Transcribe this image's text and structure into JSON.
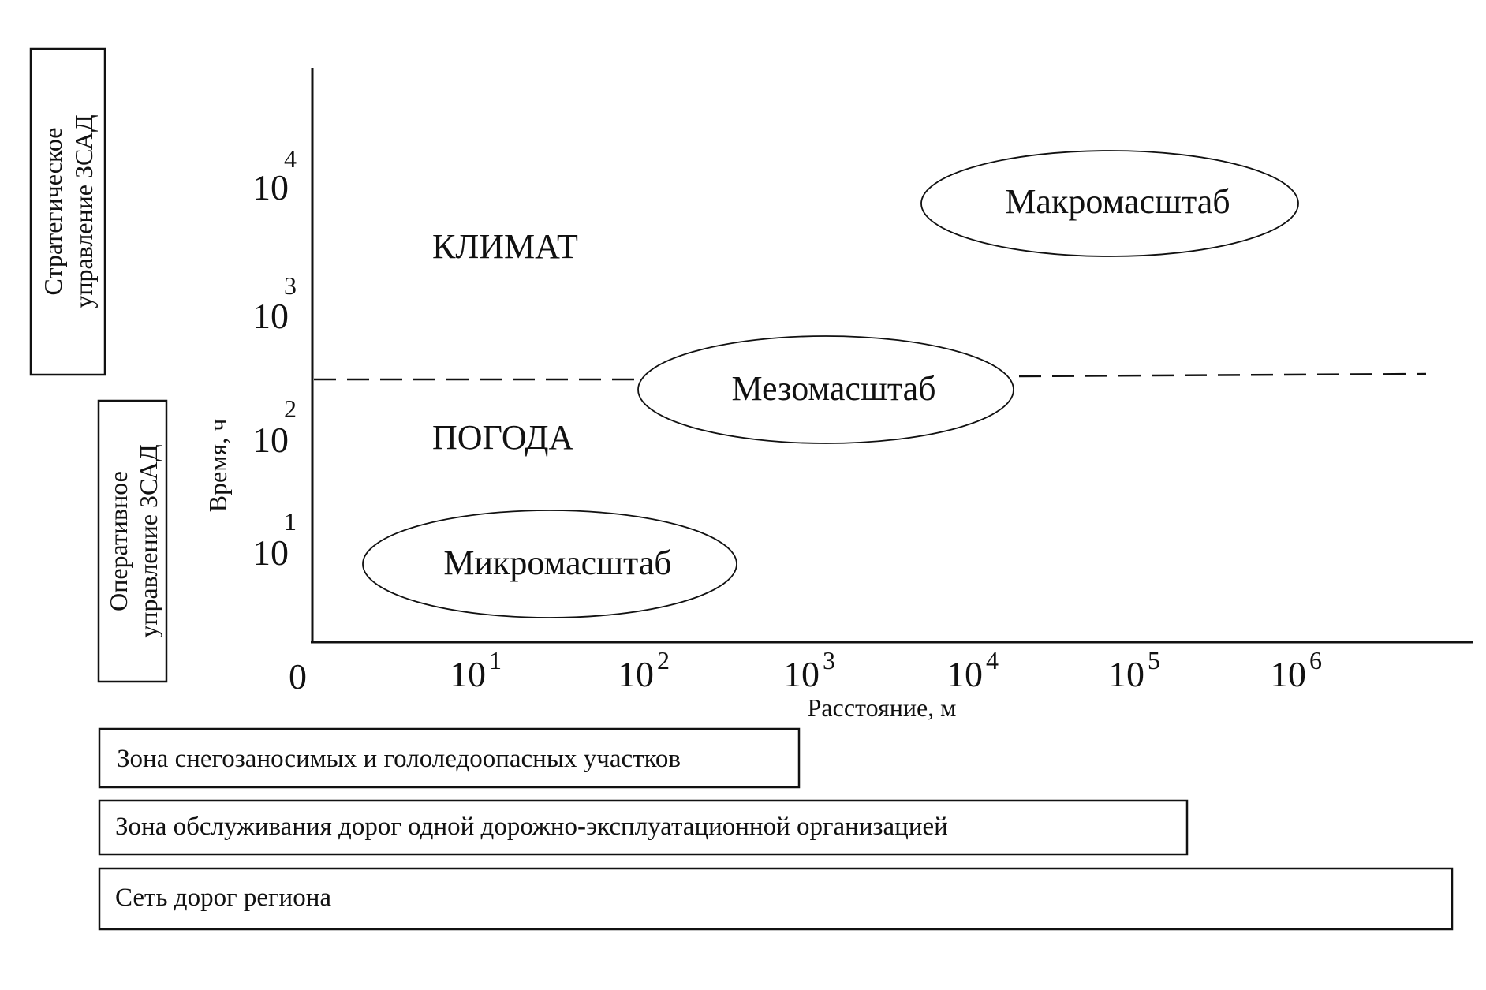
{
  "side_labels": {
    "strategic": {
      "line1": "Стратегическое",
      "line2": "управление ЗСАД"
    },
    "operative": {
      "line1": "Оперативное",
      "line2": "управление ЗСАД"
    }
  },
  "axes": {
    "y_title": "Время, ч",
    "x_title": "Расстояние, м",
    "origin_label": "0",
    "y_ticks": [
      {
        "base": "10",
        "exp": "4"
      },
      {
        "base": "10",
        "exp": "3"
      },
      {
        "base": "10",
        "exp": "2"
      },
      {
        "base": "10",
        "exp": "1"
      }
    ],
    "x_ticks": [
      {
        "base": "10",
        "exp": "1"
      },
      {
        "base": "10",
        "exp": "2"
      },
      {
        "base": "10",
        "exp": "3"
      },
      {
        "base": "10",
        "exp": "4"
      },
      {
        "base": "10",
        "exp": "5"
      },
      {
        "base": "10",
        "exp": "6"
      }
    ]
  },
  "regions": {
    "climate": "КЛИМАТ",
    "weather": "ПОГОДА"
  },
  "scales": {
    "macro": "Макромасштаб",
    "meso": "Мезомасштаб",
    "micro": "Микромасштаб"
  },
  "zones": [
    "Зона снегозаносимых и гололедоопасных участков",
    "Зона обслуживания дорог одной дорожно-эксплуатационной организацией",
    "Сеть дорог региона"
  ]
}
